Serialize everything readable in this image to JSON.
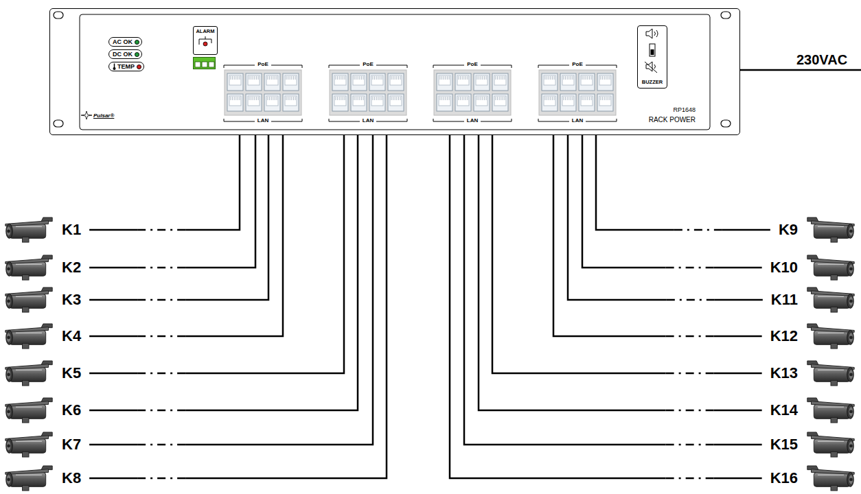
{
  "diagram": {
    "nodes": [
      {
        "text": [
          "RP1648",
          "RACK POWER"
        ]
      },
      {
        "text": [
          "AC OK"
        ],
        "in": 0
      },
      {
        "text": [
          "DC OK"
        ],
        "in": 0
      },
      {
        "text": [
          "TEMP"
        ],
        "in": 0
      },
      {
        "text": [
          "ALARM"
        ],
        "in": 0
      },
      {
        "text": [
          "PoE",
          "LAN"
        ],
        "in": 0
      },
      {
        "text": [
          "PoE",
          "LAN"
        ],
        "in": 0
      },
      {
        "text": [
          "PoE",
          "LAN"
        ],
        "in": 0
      },
      {
        "text": [
          "PoE",
          "LAN"
        ],
        "in": 0
      },
      {
        "text": [
          "BUZZER"
        ],
        "in": 0
      },
      {
        "text": [
          "K1"
        ]
      },
      {
        "text": [
          "K2"
        ]
      },
      {
        "text": [
          "K3"
        ]
      },
      {
        "text": [
          "K4"
        ]
      },
      {
        "text": [
          "K5"
        ]
      },
      {
        "text": [
          "K6"
        ]
      },
      {
        "text": [
          "K7"
        ]
      },
      {
        "text": [
          "K8"
        ]
      },
      {
        "text": [
          "K9"
        ]
      },
      {
        "text": [
          "K10"
        ]
      },
      {
        "text": [
          "K11"
        ]
      },
      {
        "text": [
          "K12"
        ]
      },
      {
        "text": [
          "K13"
        ]
      },
      {
        "text": [
          "K14"
        ]
      },
      {
        "text": [
          "K15"
        ]
      },
      {
        "text": [
          "K16"
        ]
      }
    ],
    "edges": [
      {
        "from": 0,
        "to": 10,
        "arrow": "none"
      },
      {
        "from": 0,
        "to": 11,
        "arrow": "none"
      },
      {
        "from": 0,
        "to": 12,
        "arrow": "none"
      },
      {
        "from": 0,
        "to": 13,
        "arrow": "none"
      },
      {
        "from": 0,
        "to": 14,
        "arrow": "none"
      },
      {
        "from": 0,
        "to": 15,
        "arrow": "none"
      },
      {
        "from": 0,
        "to": 16,
        "arrow": "none"
      },
      {
        "from": 0,
        "to": 17,
        "arrow": "none"
      },
      {
        "from": 0,
        "to": 18,
        "arrow": "none"
      },
      {
        "from": 0,
        "to": 19,
        "arrow": "none"
      },
      {
        "from": 0,
        "to": 20,
        "arrow": "none"
      },
      {
        "from": 0,
        "to": 21,
        "arrow": "none"
      },
      {
        "from": 0,
        "to": 22,
        "arrow": "none"
      },
      {
        "from": 0,
        "to": 23,
        "arrow": "none"
      },
      {
        "from": 0,
        "to": 24,
        "arrow": "none"
      },
      {
        "from": 0,
        "to": 25,
        "arrow": "none"
      }
    ],
    "labels": [
      "Pulsar®",
      "230VAC"
    ]
  }
}
